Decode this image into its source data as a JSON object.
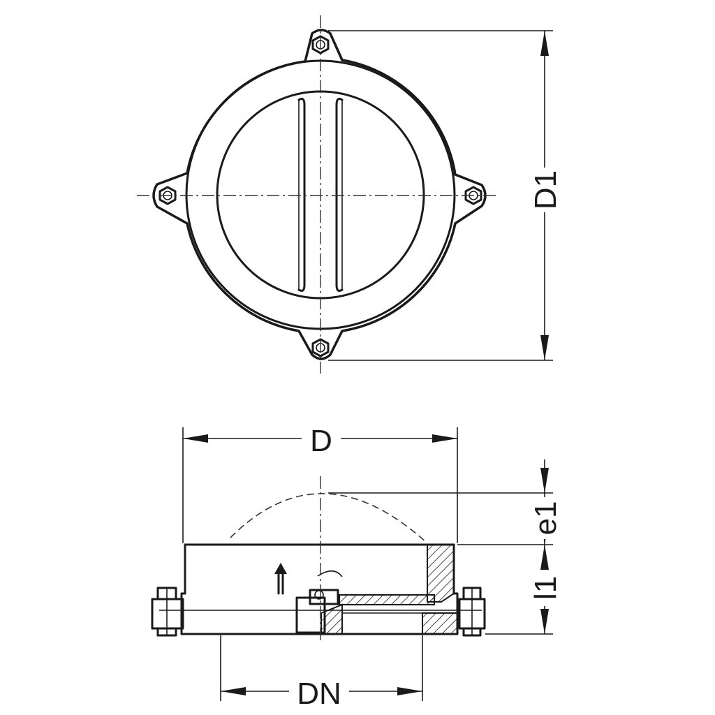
{
  "labels": {
    "d1": "D1",
    "d": "D",
    "e1": "e1",
    "l1": "l1",
    "dn": "DN"
  },
  "views": {
    "top": "top-view",
    "side": "side-section-view"
  }
}
